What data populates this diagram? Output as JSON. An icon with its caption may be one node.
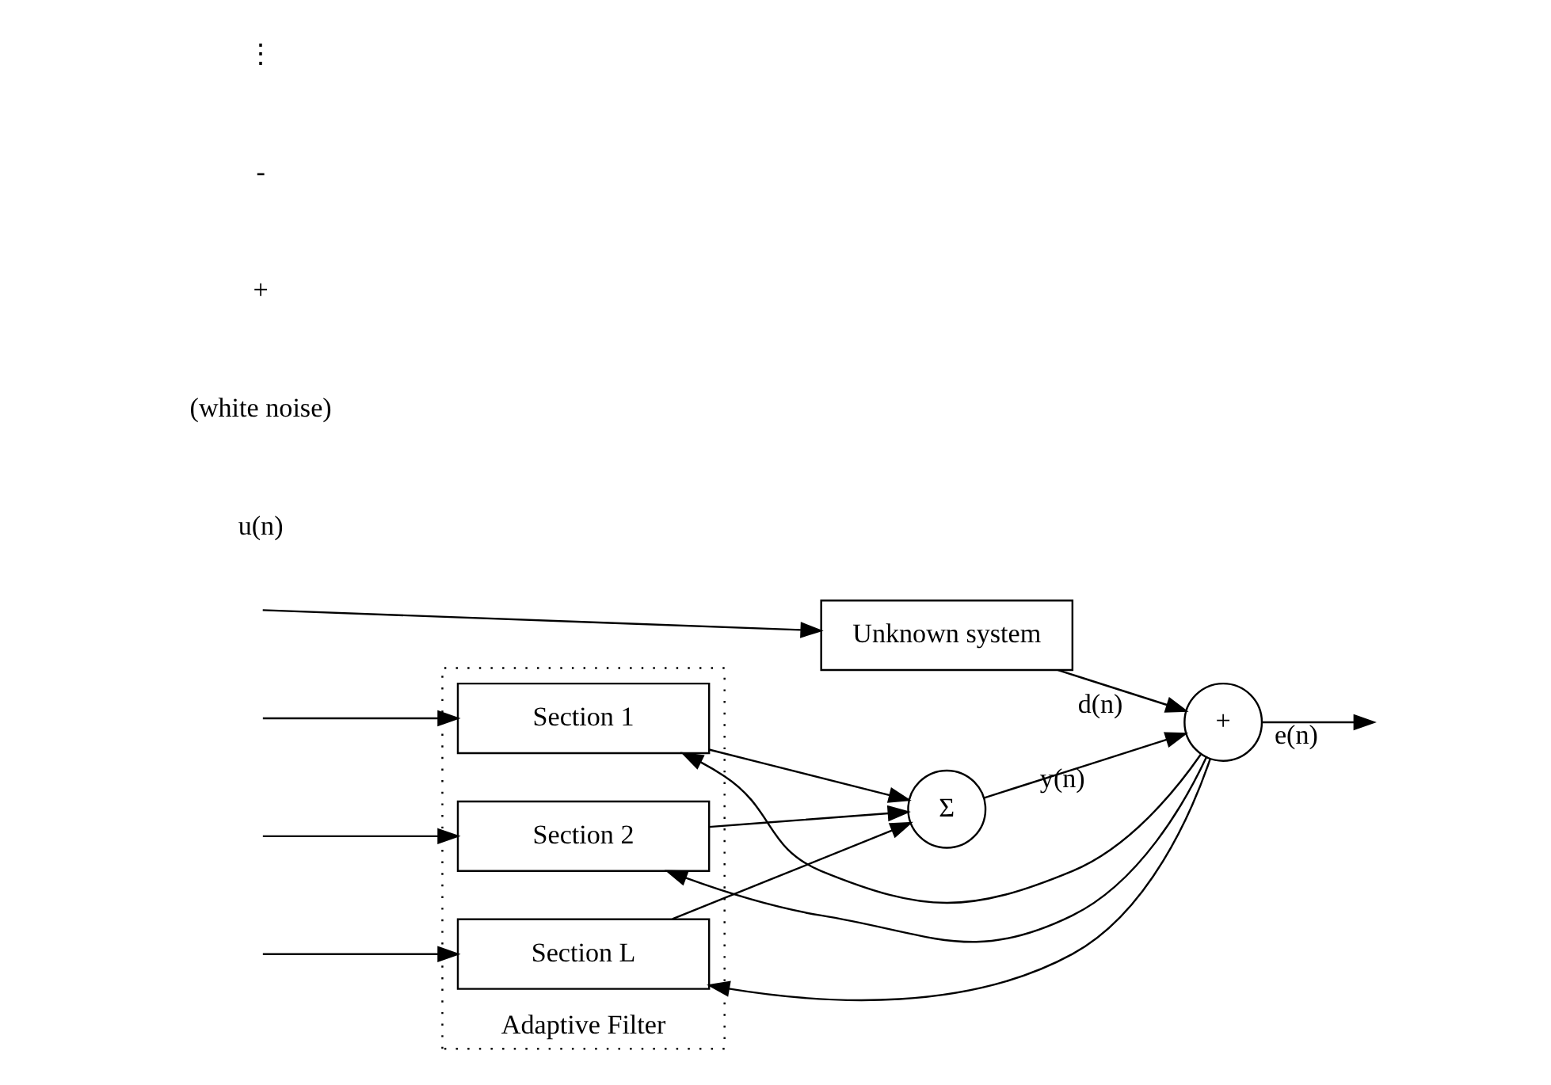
{
  "diagram": {
    "nodes": [
      {
        "text": [
          "Adaptive Filter"
        ]
      },
      {
        "text": [
          "Unknown system"
        ]
      },
      {
        "text": [
          "Section 1"
        ],
        "in": 0
      },
      {
        "text": [
          "Section 2"
        ],
        "in": 0
      },
      {
        "text": [
          "Section L"
        ],
        "in": 0
      },
      {
        "text": [
          "Σ"
        ]
      },
      {
        "text": [
          "+"
        ]
      }
    ],
    "edges": [
      {
        "from": null,
        "to": 1,
        "arrow": "to"
      },
      {
        "from": null,
        "to": 2,
        "arrow": "to"
      },
      {
        "from": null,
        "to": 3,
        "arrow": "to"
      },
      {
        "from": null,
        "to": 4,
        "arrow": "to"
      },
      {
        "from": 1,
        "to": 6,
        "arrow": "to",
        "label": "d(n)"
      },
      {
        "from": 2,
        "to": 5,
        "arrow": "to"
      },
      {
        "from": 3,
        "to": 5,
        "arrow": "to"
      },
      {
        "from": 4,
        "to": 5,
        "arrow": "to"
      },
      {
        "from": 5,
        "to": 6,
        "arrow": "to",
        "label": "y(n)"
      },
      {
        "from": 6,
        "to": null,
        "arrow": "to",
        "label": "e(n)"
      },
      {
        "from": 6,
        "to": 2,
        "arrow": "to"
      },
      {
        "from": 6,
        "to": 3,
        "arrow": "to"
      },
      {
        "from": 6,
        "to": 4,
        "arrow": "to"
      }
    ],
    "labels": [
      "u(n)",
      "(white noise)",
      "+",
      "-",
      "⋮"
    ]
  }
}
